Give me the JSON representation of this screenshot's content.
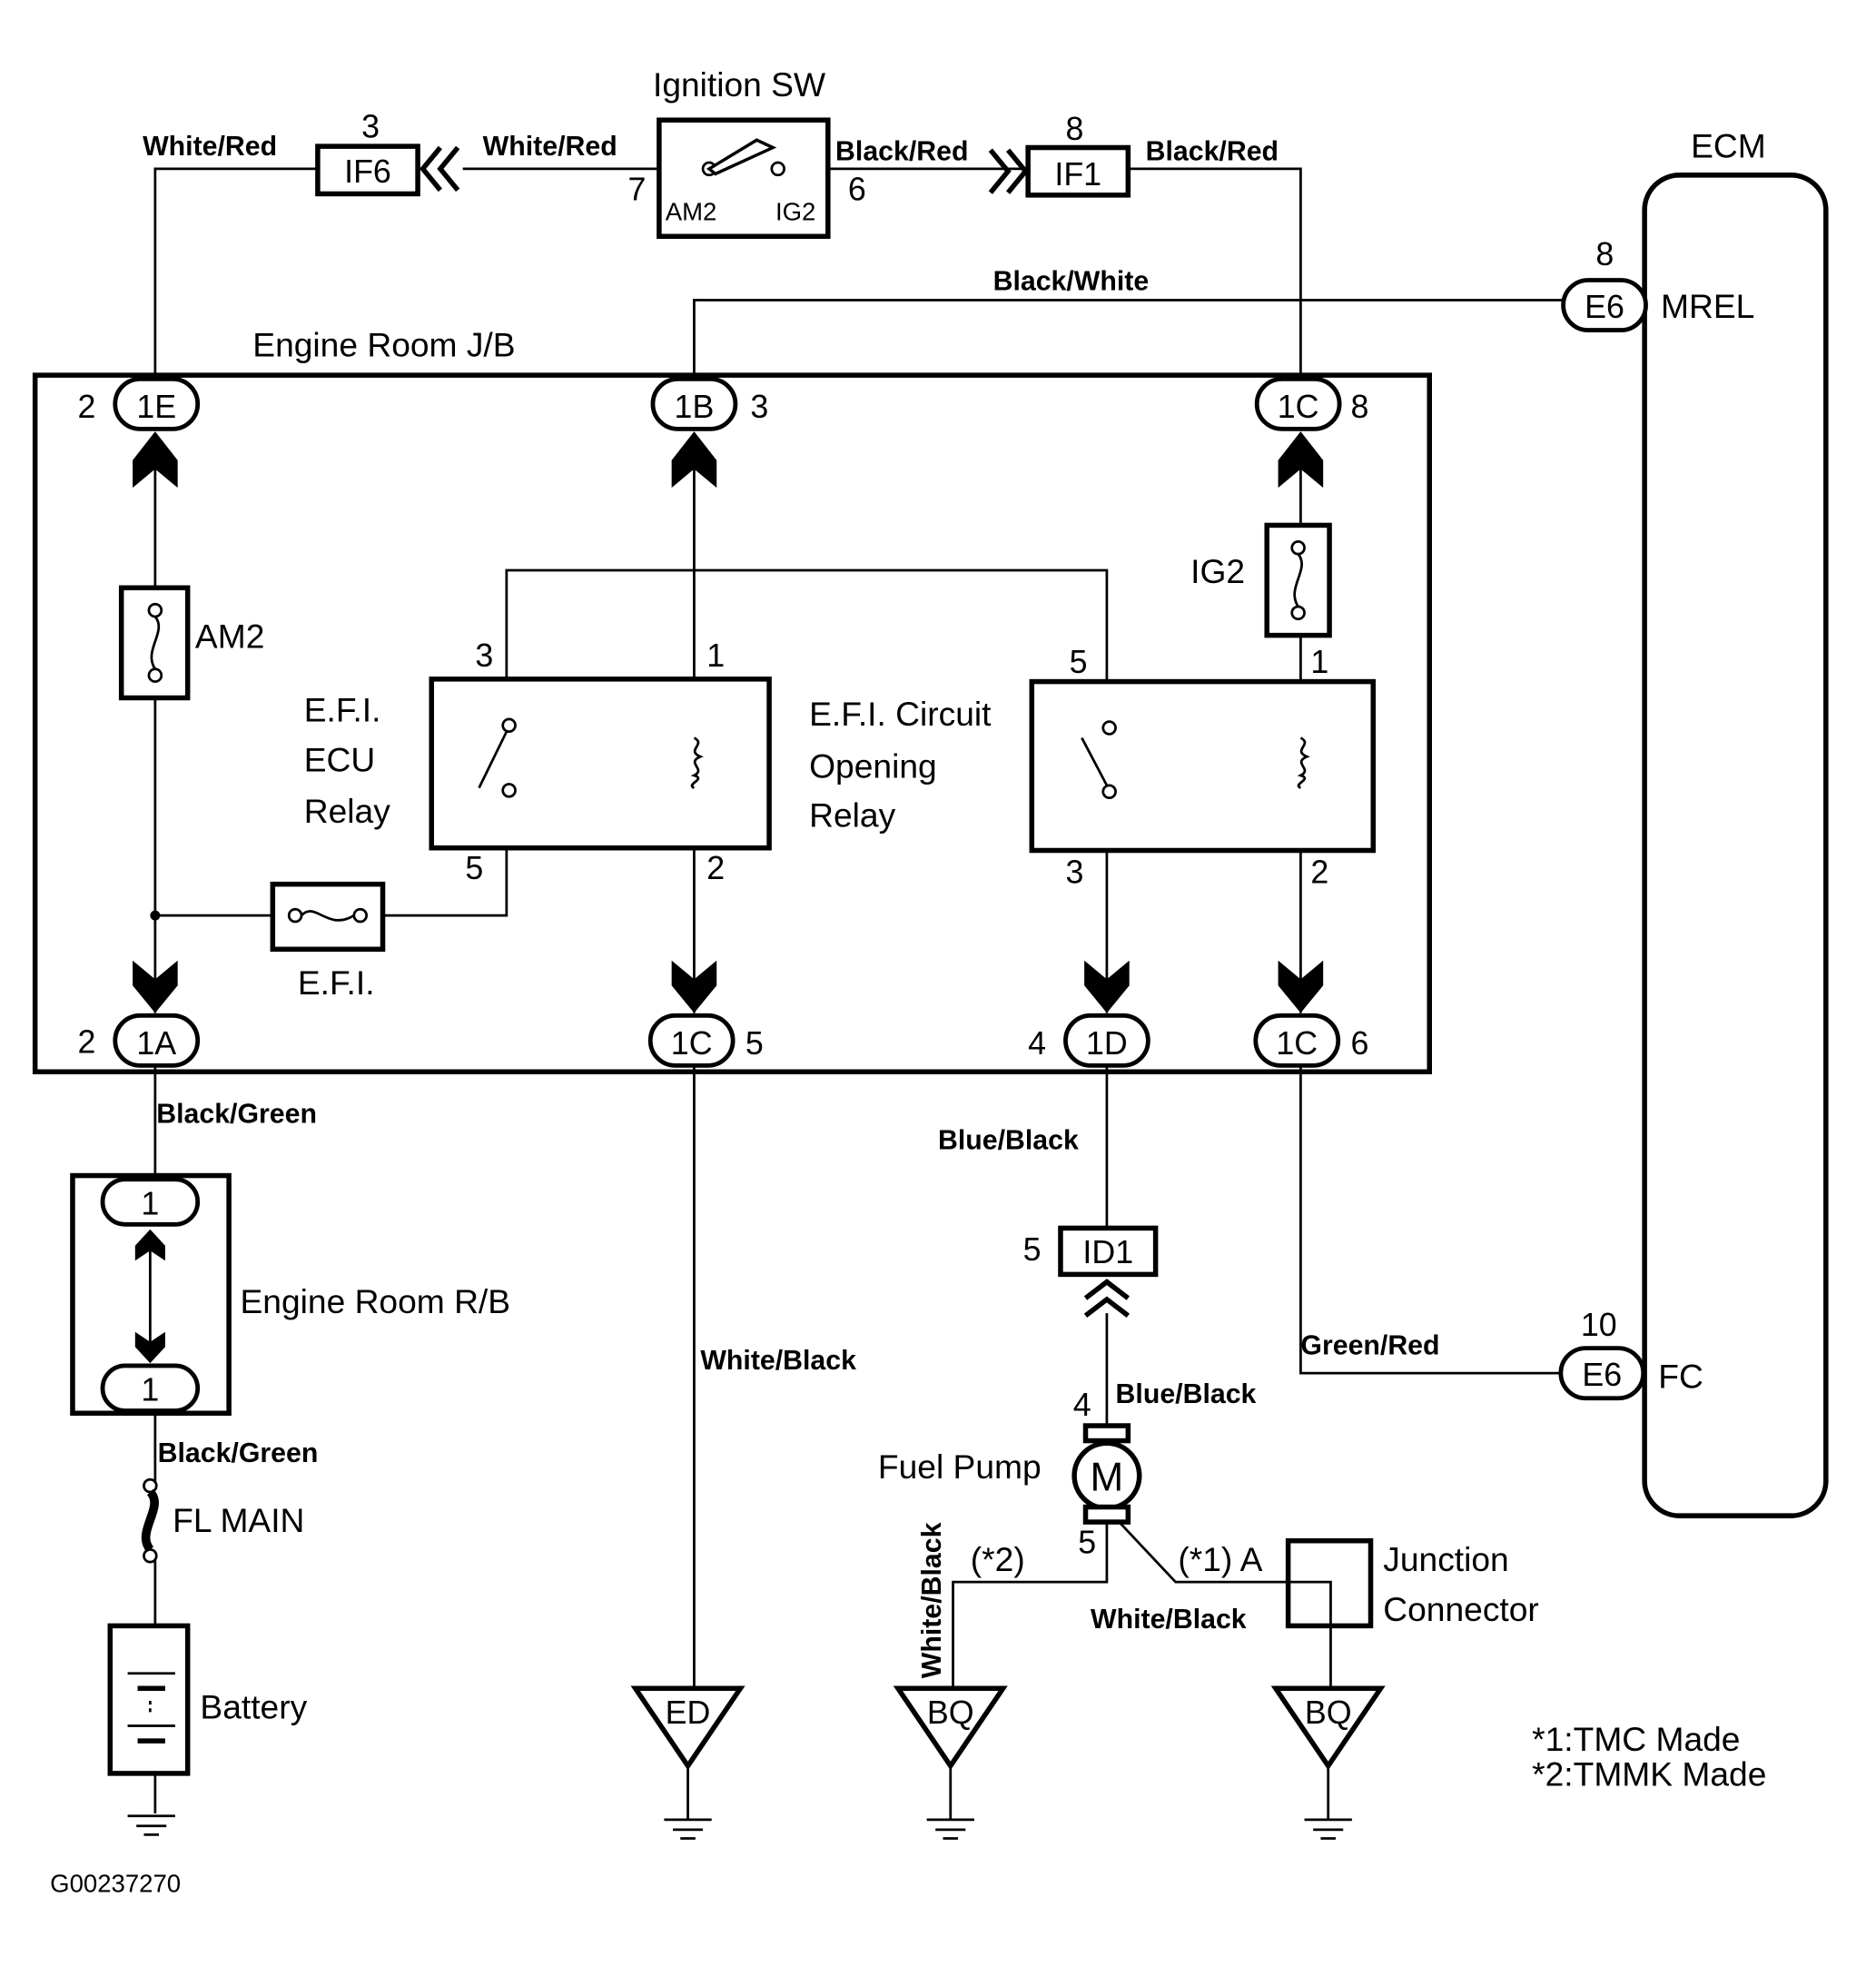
{
  "diagram": {
    "components": {
      "ignition_sw": {
        "title": "Ignition SW",
        "pin_left": "7",
        "pin_right": "6",
        "term_left": "AM2",
        "term_right": "IG2"
      },
      "ecm": {
        "title": "ECM",
        "mrel": {
          "pin": "8",
          "conn": "E6",
          "label": "MREL"
        },
        "fc": {
          "pin": "10",
          "conn": "E6",
          "label": "FC"
        }
      },
      "engine_room_jb": {
        "title": "Engine Room J/B"
      },
      "engine_room_rb": {
        "title": "Engine Room R/B",
        "top_conn": "1",
        "bottom_conn": "1"
      },
      "fuse_am2": {
        "label": "AM2"
      },
      "fuse_ig2": {
        "label": "IG2"
      },
      "fuse_efi": {
        "label": "E.F.I."
      },
      "fuse_fl_main": {
        "label": "FL MAIN"
      },
      "battery": {
        "label": "Battery"
      },
      "efi_ecu_relay": {
        "line1": "E.F.I.",
        "line2": "ECU",
        "line3": "Relay",
        "pin_tl": "3",
        "pin_tr": "1",
        "pin_bl": "5",
        "pin_br": "2"
      },
      "efi_circuit_opening_relay": {
        "line1": "E.F.I. Circuit",
        "line2": "Opening",
        "line3": "Relay",
        "pin_tl": "5",
        "pin_tr": "1",
        "pin_bl": "3",
        "pin_br": "2"
      },
      "fuel_pump": {
        "label": "Fuel Pump",
        "symbol": "M",
        "pin_top": "4",
        "pin_bottom": "5"
      },
      "junction_connector": {
        "line1": "Junction",
        "line2": "Connector",
        "tag": "(*1) A"
      }
    },
    "connectors": {
      "if6": {
        "name": "IF6",
        "pin": "3"
      },
      "if1": {
        "name": "IF1",
        "pin": "8"
      },
      "id1": {
        "name": "ID1",
        "pin": "5"
      },
      "c1e": {
        "name": "1E",
        "pin": "2"
      },
      "c1b": {
        "name": "1B",
        "pin": "3"
      },
      "c1c_top": {
        "name": "1C",
        "pin": "8"
      },
      "c1a": {
        "name": "1A",
        "pin": "2"
      },
      "c1c_5": {
        "name": "1C",
        "pin": "5"
      },
      "c1d": {
        "name": "1D",
        "pin": "4"
      },
      "c1c_6": {
        "name": "1C",
        "pin": "6"
      }
    },
    "wires": {
      "white_red_left": "White/Red",
      "white_red_right": "White/Red",
      "black_red_left": "Black/Red",
      "black_red_right": "Black/Red",
      "black_white": "Black/White",
      "black_green_top": "Black/Green",
      "black_green_bottom": "Black/Green",
      "white_black_ed": "White/Black",
      "blue_black_top": "Blue/Black",
      "blue_black_bottom": "Blue/Black",
      "green_red": "Green/Red",
      "white_black_vertical": "White/Black",
      "white_black_junction": "White/Black",
      "tmmk_tag": "(*2)"
    },
    "grounds": {
      "ed": "ED",
      "bq_left": "BQ",
      "bq_right": "BQ"
    },
    "notes": {
      "note1": "*1:TMC Made",
      "note2": "*2:TMMK Made"
    },
    "figure_id": "G00237270"
  }
}
